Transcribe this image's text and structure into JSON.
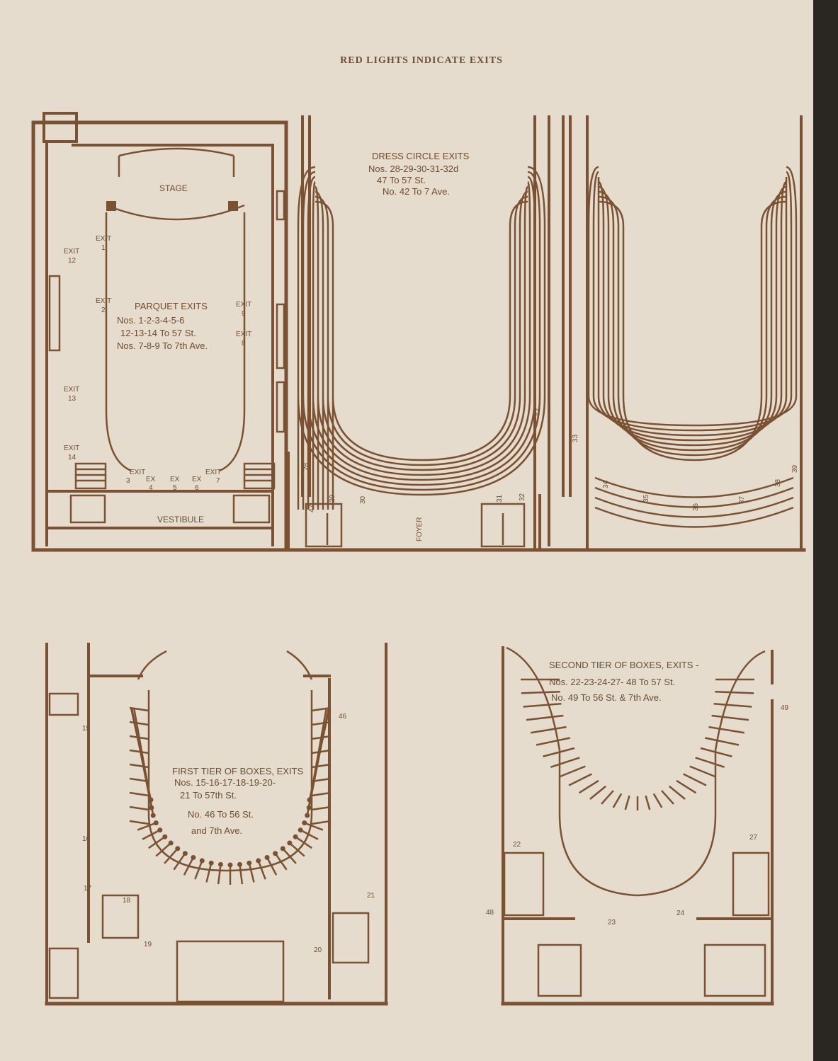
{
  "header": "RED LIGHTS INDICATE EXITS",
  "parquet": {
    "stage": "STAGE",
    "vestibule": "VESTIBULE",
    "title": "PARQUET EXITS",
    "lines": [
      "Nos. 1-2-3-4-5-6",
      "12-13-14 To 57 St.",
      "Nos. 7-8-9 To 7th Ave."
    ],
    "exit_word": "EXIT",
    "ex_word": "EX",
    "exits": [
      "1",
      "2",
      "3",
      "4",
      "5",
      "6",
      "7",
      "8",
      "9",
      "12",
      "13",
      "14"
    ]
  },
  "dress_circle": {
    "title": "DRESS CIRCLE EXITS",
    "lines": [
      "Nos. 28-29-30-31-32d",
      "47 To 57 St.",
      "No. 42 To 7 Ave."
    ],
    "foyer": "FOYER",
    "exits": [
      "28",
      "29",
      "30",
      "31",
      "32",
      "42",
      "47"
    ]
  },
  "balcony": {
    "exits": [
      "33",
      "34",
      "35",
      "36",
      "37",
      "38",
      "39"
    ]
  },
  "first_tier": {
    "title": "FIRST TIER OF BOXES, EXITS",
    "lines": [
      "Nos. 15-16-17-18-19-20-",
      "21 To 57th St.",
      "No. 46 To 56 St.",
      "and 7th Ave."
    ],
    "exits": [
      "15",
      "16",
      "17",
      "18",
      "19",
      "20",
      "21",
      "46"
    ]
  },
  "second_tier": {
    "title": "SECOND TIER OF BOXES, EXITS -",
    "lines": [
      "Nos. 22-23-24-27- 48 To 57 St.",
      "No. 49 To 56 St. & 7th Ave."
    ],
    "exits": [
      "22",
      "23",
      "24",
      "27",
      "48",
      "49"
    ]
  }
}
